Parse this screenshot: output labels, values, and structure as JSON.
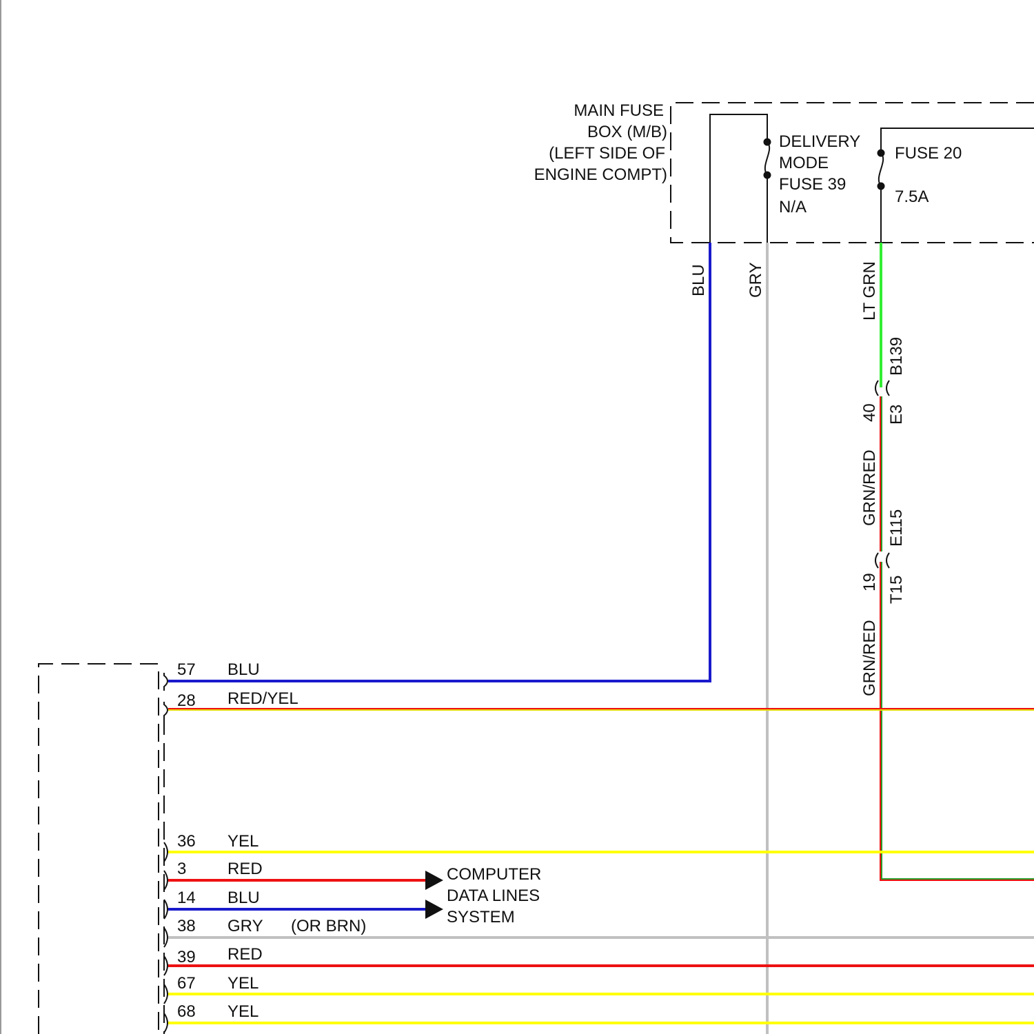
{
  "fuse_box": {
    "title_lines": [
      "MAIN FUSE",
      "BOX (M/B)",
      "(LEFT SIDE OF",
      "ENGINE COMPT)"
    ],
    "delivery_fuse_lines": [
      "DELIVERY",
      "MODE",
      "FUSE 39",
      "N/A"
    ],
    "fuse20_name": "FUSE 20",
    "fuse20_rating": "7.5A"
  },
  "vertical_wires": {
    "blu": "BLU",
    "gry": "GRY",
    "lt_grn": "LT GRN",
    "grn_red_upper": "GRN/RED",
    "grn_red_lower": "GRN/RED"
  },
  "connectors": {
    "c1_male": "B139",
    "c1_female": "E3",
    "c1_pin": "40",
    "c2_male": "E115",
    "c2_female": "T15",
    "c2_pin": "19"
  },
  "pins": [
    {
      "pin": "57",
      "color": "BLU"
    },
    {
      "pin": "28",
      "color": "RED/YEL"
    },
    {
      "pin": "36",
      "color": "YEL"
    },
    {
      "pin": "3",
      "color": "RED"
    },
    {
      "pin": "14",
      "color": "BLU"
    },
    {
      "pin": "38",
      "color": "GRY",
      "note": "(OR BRN)"
    },
    {
      "pin": "39",
      "color": "RED"
    },
    {
      "pin": "67",
      "color": "YEL"
    },
    {
      "pin": "68",
      "color": "YEL"
    }
  ],
  "computer_data_lines": [
    "COMPUTER",
    "DATA LINES",
    "SYSTEM"
  ],
  "wire_colors": {
    "blue": "#1a1acc",
    "gray": "#c0c0c0",
    "lt_green": "#33ee33",
    "green": "#2a9a2a",
    "red": "#ee1111",
    "yellow": "#ffff00",
    "ink": "#111111"
  }
}
